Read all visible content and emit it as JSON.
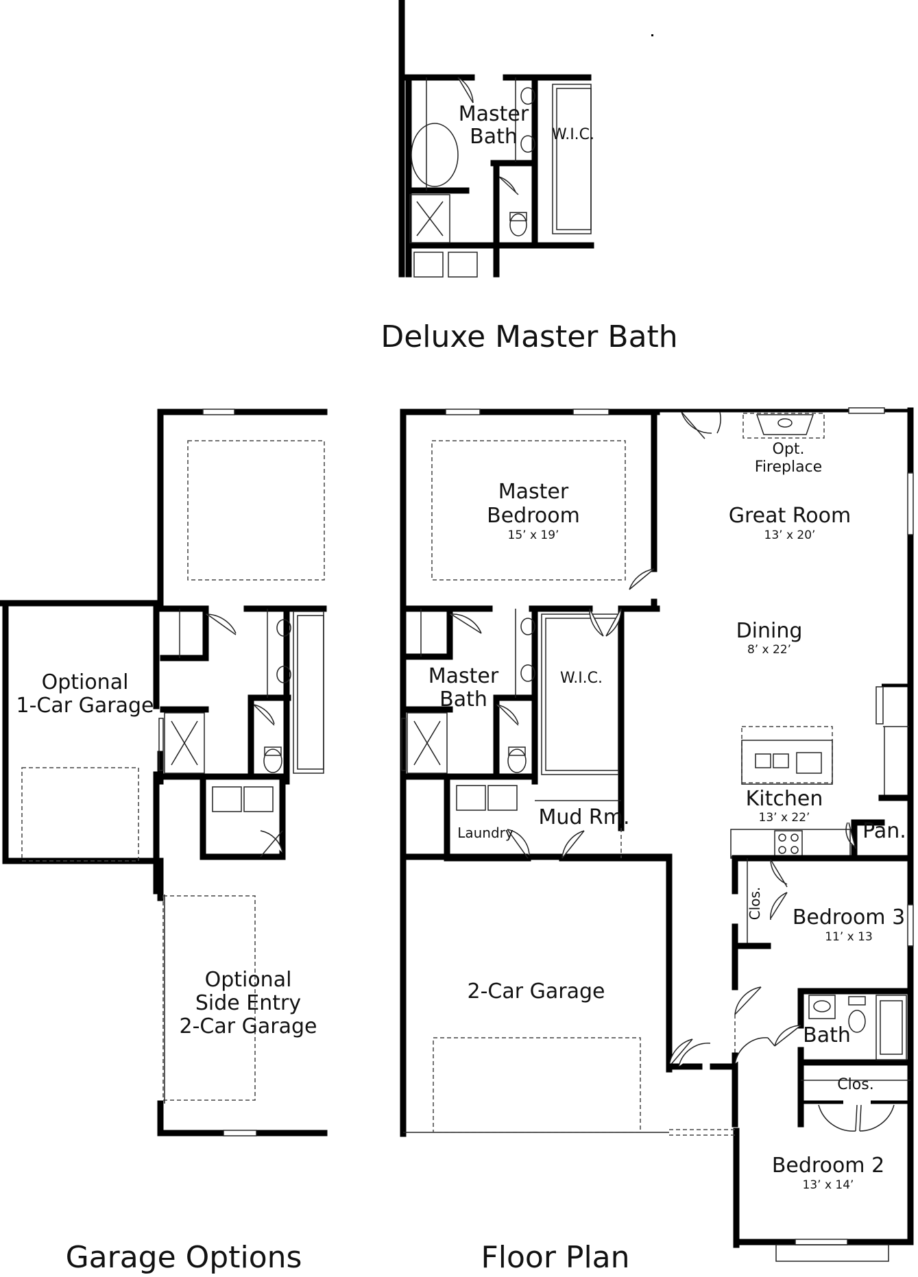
{
  "captions": {
    "deluxe": "Deluxe Master Bath",
    "garage_options": "Garage Options",
    "floor_plan": "Floor Plan"
  },
  "deluxe": {
    "master_bath_1": "Master",
    "master_bath_2": "Bath",
    "wic": "W.I.C."
  },
  "garage_opts": {
    "one_car_1": "Optional",
    "one_car_2": "1-Car Garage",
    "side_entry_1": "Optional",
    "side_entry_2": "Side Entry",
    "side_entry_3": "2-Car Garage"
  },
  "floor": {
    "master_bedroom": {
      "line1": "Master",
      "line2": "Bedroom",
      "dim": "15’ x 19’"
    },
    "opt_fireplace": {
      "line1": "Opt.",
      "line2": "Fireplace"
    },
    "great_room": {
      "name": "Great Room",
      "dim": "13’ x 20’"
    },
    "dining": {
      "name": "Dining",
      "dim": "8’ x 22’"
    },
    "master_bath": {
      "line1": "Master",
      "line2": "Bath"
    },
    "wic": "W.I.C.",
    "kitchen": {
      "name": "Kitchen",
      "dim": "13’ x 22’"
    },
    "pantry": "Pan.",
    "mud_room": "Mud Rm.",
    "laundry": "Laundry",
    "closet_vertical": "Clos.",
    "bedroom3": {
      "name": "Bedroom 3",
      "dim": "11’ x 13"
    },
    "garage": "2-Car Garage",
    "bath": "Bath",
    "closet": "Clos.",
    "bedroom2": {
      "name": "Bedroom 2",
      "dim": "13’ x 14’"
    }
  }
}
